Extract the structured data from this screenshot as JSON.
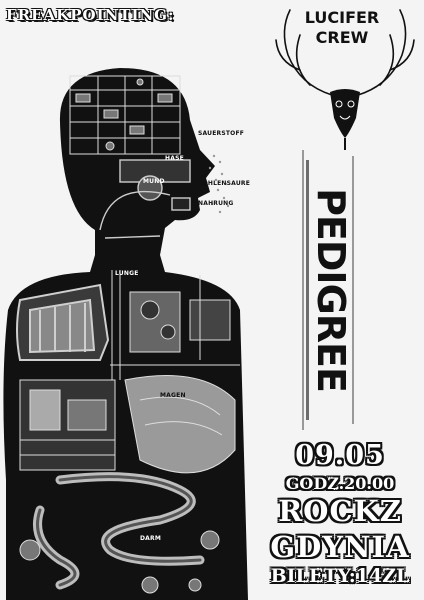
{
  "headline": "FREAKPOINTING:",
  "anatomy_labels": {
    "sauerstoff": "SAUERSTOFF",
    "hase": "HASE",
    "mund": "MUND",
    "kohlensaure": "KOHLENSAURE",
    "nahrung": "NAHRUNG",
    "lunge": "LUNGE",
    "magen": "MAGEN",
    "darm": "DARM"
  },
  "crew": {
    "line1": "LUCIFER",
    "line2": "CREW"
  },
  "logo_text": "PEDIGREE",
  "event": {
    "date": "09.05",
    "time": "GODZ.20.00",
    "club": "ROCKZ",
    "city": "GDYNIA",
    "tickets": "BILETY:14ZL"
  },
  "colors": {
    "ink": "#111111",
    "paper": "#f4f4f4"
  }
}
